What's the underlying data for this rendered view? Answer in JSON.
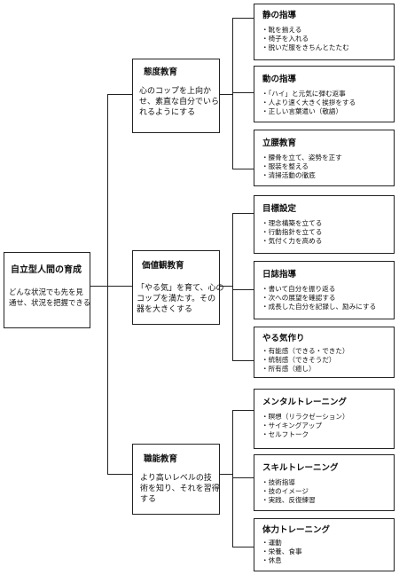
{
  "root": {
    "title": "自立型人間の育成",
    "desc": [
      "どんな状況でも先を見",
      "通せ、状況を把握できる"
    ]
  },
  "categories": [
    {
      "title": "態度教育",
      "desc": [
        "心のコップを上向か",
        "せ、素直な自分でいら",
        "れるようにする"
      ],
      "children": [
        {
          "title": "静の指導",
          "items": [
            "靴を揃える",
            "椅子を入れる",
            "脱いだ服をきちんとたたむ"
          ]
        },
        {
          "title": "動の指導",
          "items": [
            "「ハイ」と元気に弾む返事",
            "人より速く大きく挨拶をする",
            "正しい言葉遣い（敬語）"
          ]
        },
        {
          "title": "立腰教育",
          "items": [
            "腰骨を立て、姿勢を正す",
            "服装を整える",
            "清掃活動の徹底"
          ]
        }
      ]
    },
    {
      "title": "価値観教育",
      "desc": [
        "「やる気」を育て、心の",
        "コップを満たす。その",
        "器を大きくする"
      ],
      "children": [
        {
          "title": "目標設定",
          "items": [
            "理念構築を立てる",
            "行動指針を立てる",
            "気付く力を高める"
          ]
        },
        {
          "title": "日誌指導",
          "items": [
            "書いて自分を振り返る",
            "次への展望を確認する",
            "成長した自分を記録し、励みにする"
          ]
        },
        {
          "title": "やる気作り",
          "items": [
            "有能感（できる・できた）",
            "統制感（できそうだ）",
            "所有感（癒し）"
          ]
        }
      ]
    },
    {
      "title": "職能教育",
      "desc": [
        "より高いレベルの技",
        "術を知り、それを習得",
        "する"
      ],
      "children": [
        {
          "title": "メンタルトレーニング",
          "items": [
            "瞑想（リラクゼーション）",
            "サイキングアップ",
            "セルフトーク"
          ]
        },
        {
          "title": "スキルトレーニング",
          "items": [
            "技術指導",
            "技のイメージ",
            "実践、反復練習"
          ]
        },
        {
          "title": "体力トレーニング",
          "items": [
            "運動",
            "栄養、食事",
            "休息"
          ]
        }
      ]
    }
  ]
}
